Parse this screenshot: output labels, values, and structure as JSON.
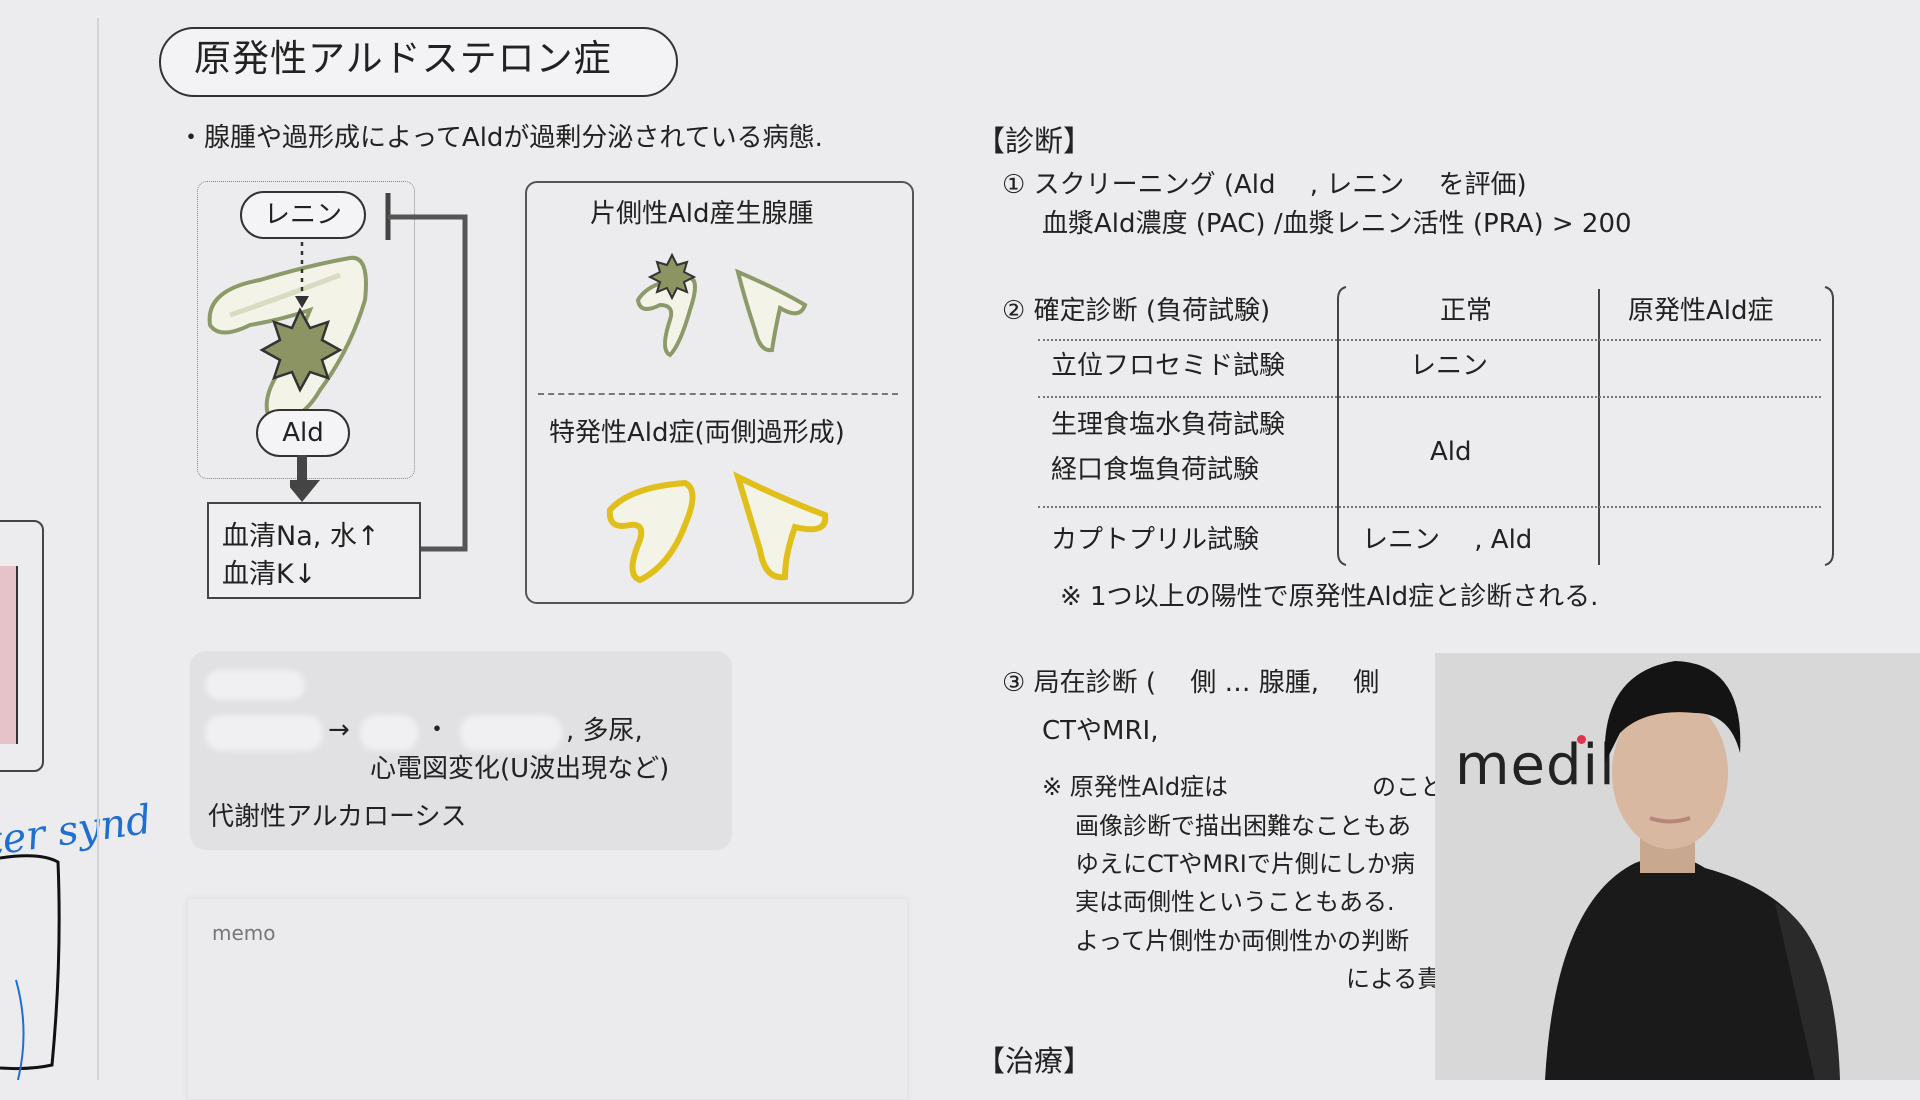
{
  "title": "原発性アルドステロン症",
  "bullet": "・腺腫や過形成によってAldが過剰分泌されている病態.",
  "diagram": {
    "renin": "レニン",
    "ald": "Ald",
    "na_line": "血清Na, 水↑",
    "k_line": "血清K↓",
    "unilateral": "片側性Ald産生腺腫",
    "bilateral": "特発性Ald症(両側過形成)"
  },
  "symptoms": {
    "arrow": "→",
    "dot": "・",
    "polyuria": ", 多尿,",
    "ecg": "心電図変化(U波出現など)",
    "alkalosis": "代謝性アルカローシス"
  },
  "memo": {
    "label": "memo"
  },
  "diagnosis": {
    "heading": "【診断】",
    "screening_line1": "① スクリーニング (Ald　 , レニン　 を評価)",
    "screening_line2": "血漿Ald濃度 (PAC) /血漿レニン活性 (PRA) > 200",
    "confirm_label": "② 確定診断 (負荷試験)",
    "table": {
      "headers": [
        "正常",
        "原発性Ald症"
      ],
      "rows": [
        {
          "test": "立位フロセミド試験",
          "normal": "レニン"
        },
        {
          "test": "生理食塩水負荷試験",
          "test2": "経口食塩負荷試験",
          "normal": "Ald"
        },
        {
          "test": "カプトプリル試験",
          "normal": "レニン　 , Ald"
        }
      ]
    },
    "note": "※ 1つ以上の陽性で原発性Ald症と診断される.",
    "local_line1": "③ 局在診断 (　 側 … 腺腫,　 側",
    "local_line2": "CTやMRI,",
    "remark": [
      "※ 原発性Ald症は　　　　　　のこと",
      "画像診断で描出困難なこともあ",
      "ゆえにCTやMRIで片側にしか病",
      "実は両側性ということもある.",
      "よって片側性か両側性かの判断",
      "による責"
    ]
  },
  "treatment": {
    "heading": "【治療】"
  },
  "handwriting": {
    "text": "ter synd"
  },
  "webcam": {
    "logo": "medil"
  },
  "colors": {
    "background": "#ecebed",
    "adrenal_outline": "#8c9a6a",
    "hyperplasia": "#e0bf1a",
    "handwriting": "#1e6fd0",
    "logo_dot": "#e0334d"
  }
}
